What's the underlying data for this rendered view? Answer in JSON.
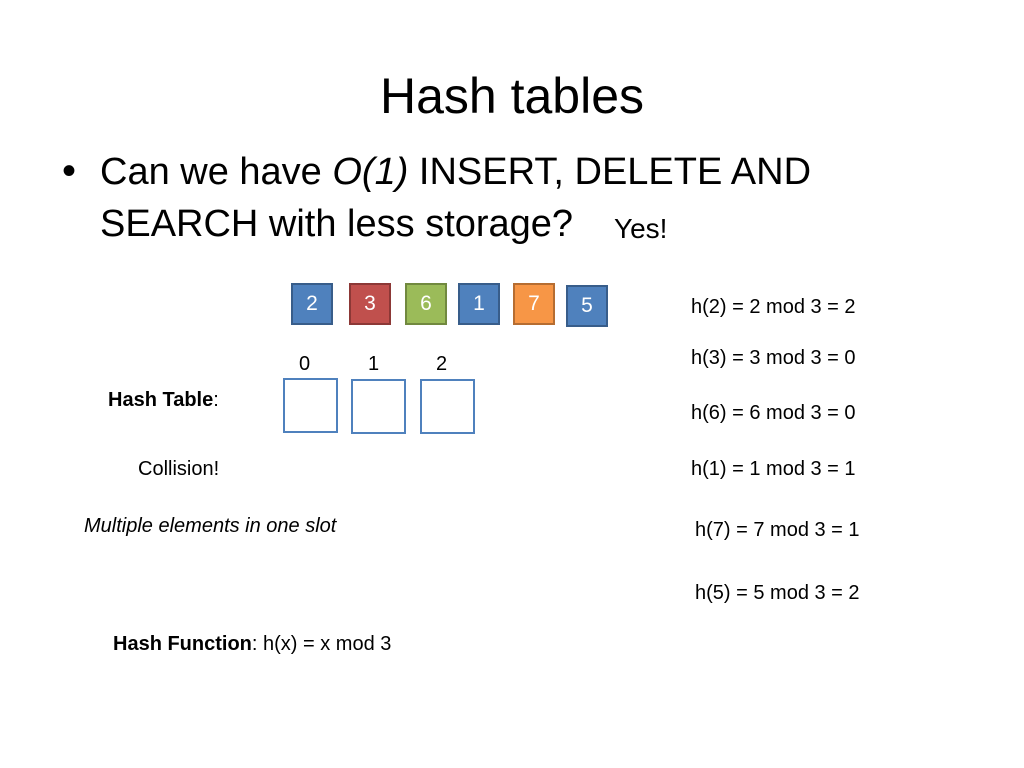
{
  "title": "Hash tables",
  "bullet": {
    "text_before": "Can we have ",
    "italic": "O(1)",
    "text_after_line1": " INSERT, DELETE AND",
    "line2": "SEARCH with less storage?",
    "answer": "Yes!"
  },
  "keys": [
    {
      "value": "2",
      "fill": "#4F81BD",
      "border": "#385D8A"
    },
    {
      "value": "3",
      "fill": "#C0504D",
      "border": "#8C3836"
    },
    {
      "value": "6",
      "fill": "#9BBB59",
      "border": "#71893F"
    },
    {
      "value": "1",
      "fill": "#4F81BD",
      "border": "#385D8A"
    },
    {
      "value": "7",
      "fill": "#F79646",
      "border": "#B66D31"
    },
    {
      "value": "5",
      "fill": "#4F81BD",
      "border": "#385D8A"
    }
  ],
  "slot_color": "#4F81BD",
  "table": {
    "label_bold": "Hash Table",
    "label_colon": ":",
    "indices": [
      "0",
      "1",
      "2"
    ]
  },
  "collision": "Collision!",
  "note": "Multiple elements in one slot",
  "hash_function": {
    "label_bold": "Hash Function",
    "rest": ":  h(x) = x mod 3"
  },
  "equations": [
    "h(2) = 2 mod 3 = 2",
    "h(3) = 3 mod 3 = 0",
    "h(6) = 6 mod 3 = 0",
    "h(1) = 1 mod 3 = 1",
    "h(7) = 7 mod 3 = 1",
    "h(5) = 5 mod 3 = 2"
  ]
}
